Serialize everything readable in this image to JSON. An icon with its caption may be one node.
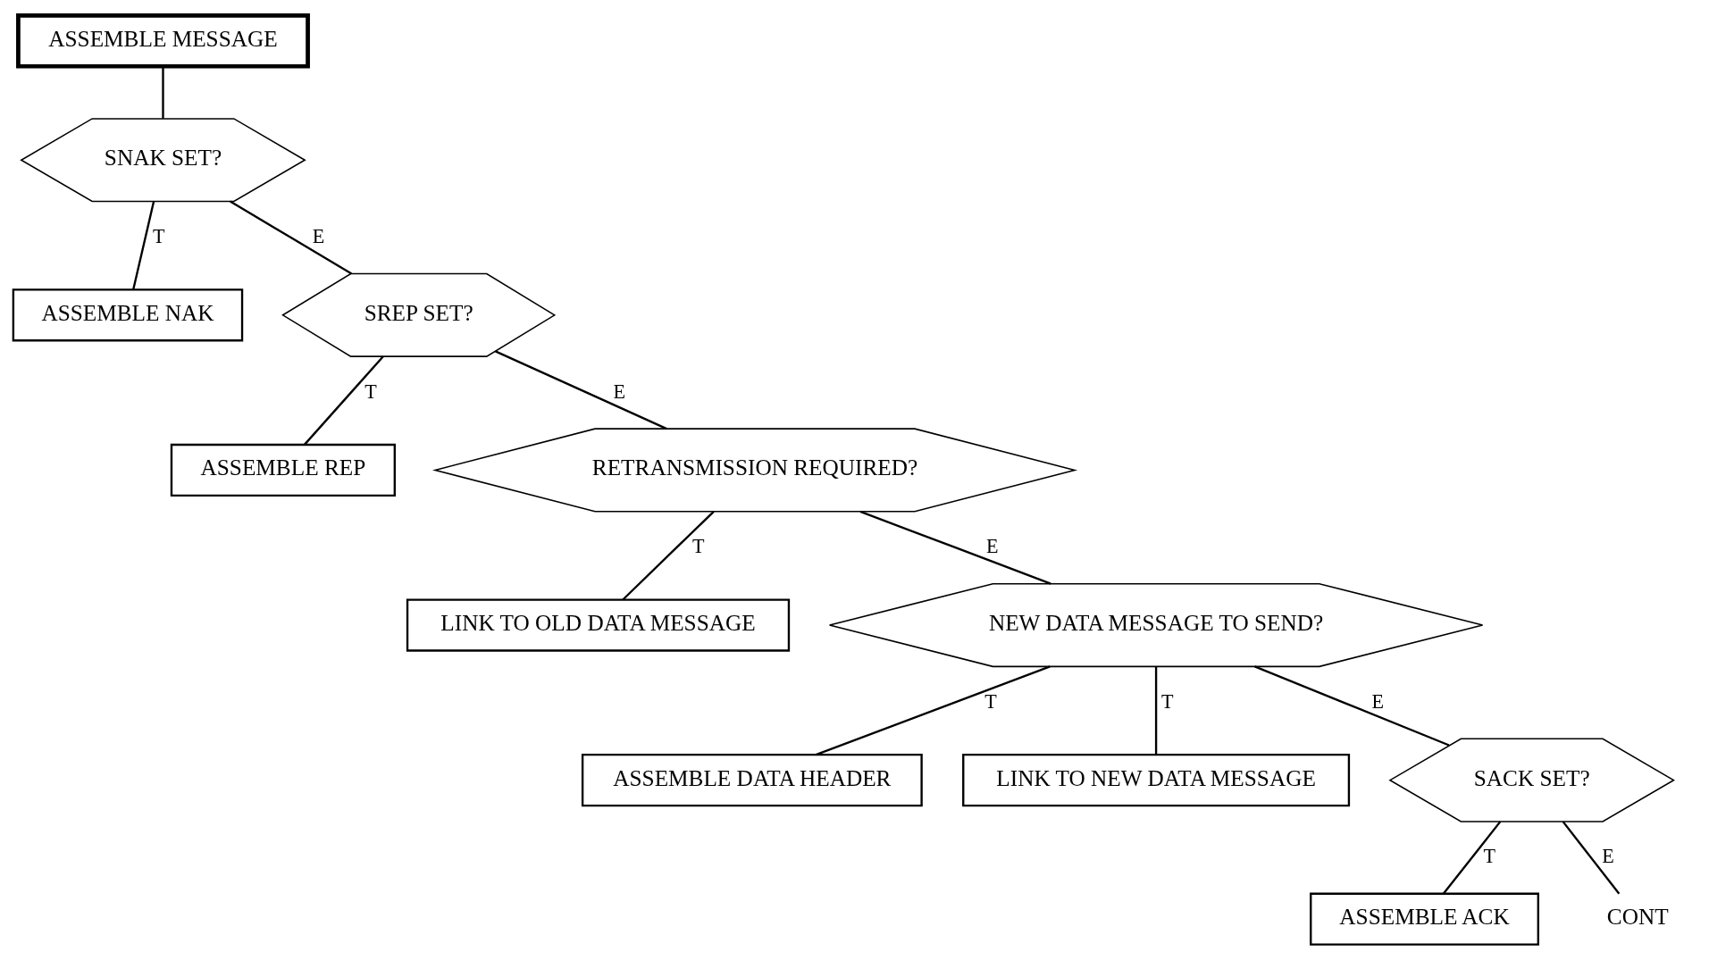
{
  "diagram": {
    "nodes": [
      {
        "text": [
          "ASSEMBLE MESSAGE"
        ]
      },
      {
        "text": [
          "SNAK SET?"
        ]
      },
      {
        "text": [
          "ASSEMBLE NAK"
        ]
      },
      {
        "text": [
          "SREP SET?"
        ]
      },
      {
        "text": [
          "ASSEMBLE REP"
        ]
      },
      {
        "text": [
          "RETRANSMISSION REQUIRED?"
        ]
      },
      {
        "text": [
          "LINK TO OLD DATA MESSAGE"
        ]
      },
      {
        "text": [
          "NEW DATA MESSAGE TO SEND?"
        ]
      },
      {
        "text": [
          "ASSEMBLE DATA HEADER"
        ]
      },
      {
        "text": [
          "LINK TO NEW DATA MESSAGE"
        ]
      },
      {
        "text": [
          "SACK SET?"
        ]
      },
      {
        "text": [
          "ASSEMBLE ACK"
        ]
      },
      {
        "text": [
          "CONT"
        ]
      }
    ],
    "edges": [
      {
        "from": 0,
        "to": 1,
        "arrow": "none"
      },
      {
        "from": 1,
        "to": 2,
        "arrow": "none",
        "label": "T"
      },
      {
        "from": 1,
        "to": 3,
        "arrow": "none",
        "label": "E"
      },
      {
        "from": 3,
        "to": 4,
        "arrow": "none",
        "label": "T"
      },
      {
        "from": 3,
        "to": 5,
        "arrow": "none",
        "label": "E"
      },
      {
        "from": 5,
        "to": 6,
        "arrow": "none",
        "label": "T"
      },
      {
        "from": 5,
        "to": 7,
        "arrow": "none",
        "label": "E"
      },
      {
        "from": 7,
        "to": 8,
        "arrow": "none",
        "label": "T"
      },
      {
        "from": 7,
        "to": 9,
        "arrow": "none",
        "label": "T"
      },
      {
        "from": 7,
        "to": 10,
        "arrow": "none",
        "label": "E"
      },
      {
        "from": 10,
        "to": 11,
        "arrow": "none",
        "label": "T"
      },
      {
        "from": 10,
        "to": 12,
        "arrow": "none",
        "label": "E"
      }
    ]
  }
}
